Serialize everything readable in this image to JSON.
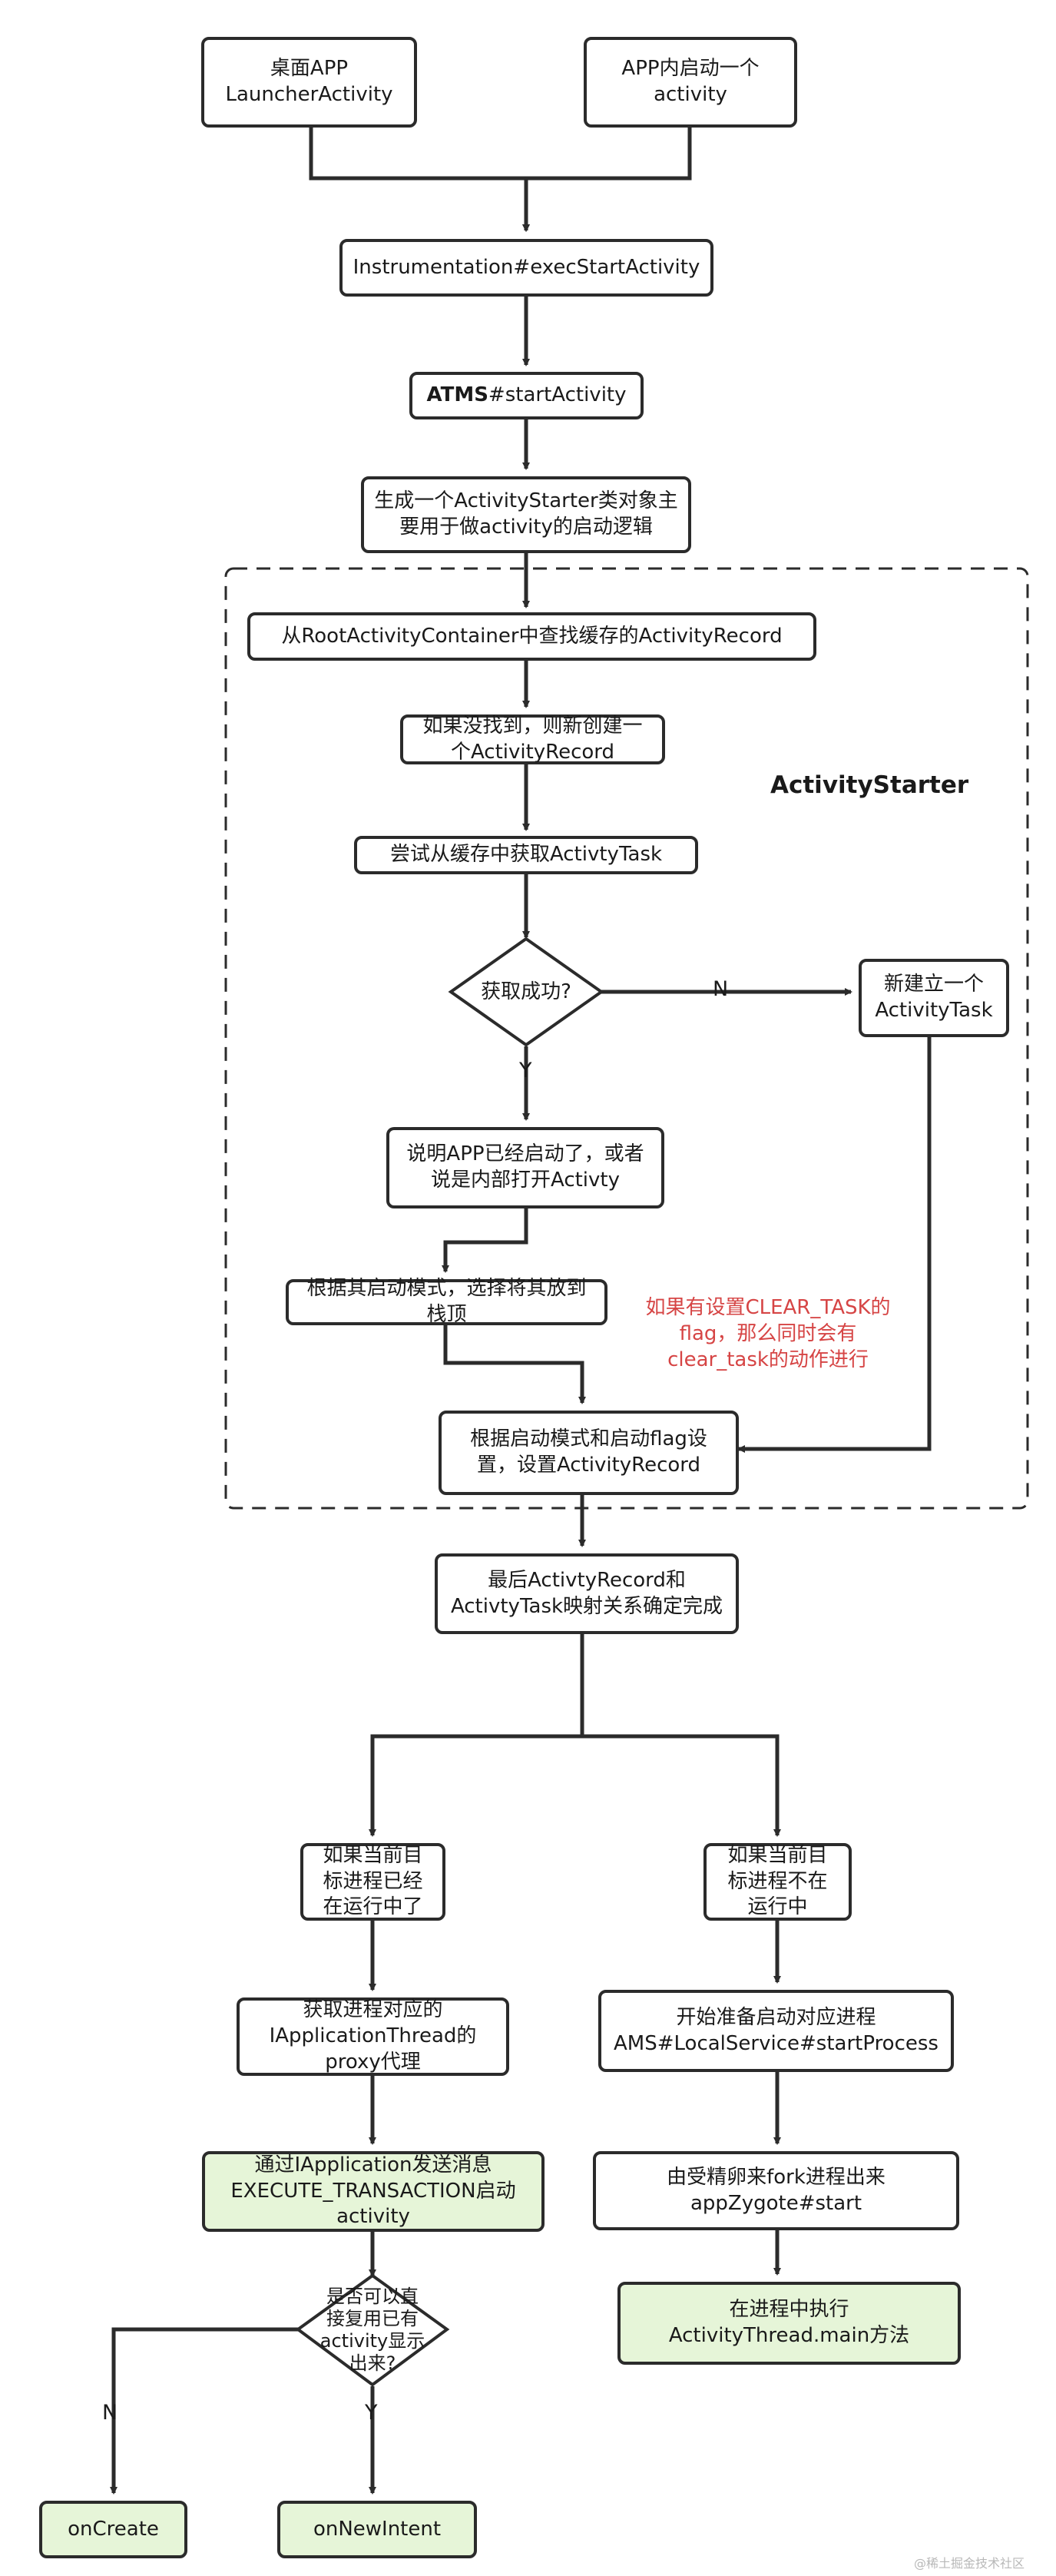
{
  "nodes": {
    "launcher": "桌面APP\nLauncherActivity",
    "app_internal": "APP内启动一个\nactivity",
    "instrumentation": "Instrumentation#execStartActivity",
    "atms_bold": "ATMS",
    "atms_rest": "#startActivity",
    "create_starter": "生成一个ActivityStarter类对象主\n要用于做activity的启动逻辑",
    "find_cached": "从RootActivityContainer中查找缓存的ActivityRecord",
    "create_record": "如果没找到，则新创建一\n个ActivityRecord",
    "try_task": "尝试从缓存中获取ActivtyTask",
    "got_task": "获取成功?",
    "new_task": "新建立一个\nActivityTask",
    "app_started": "说明APP已经启动了，或者\n说是内部打开Activty",
    "place_stack": "根据其启动模式，选择将其放到\n栈顶",
    "set_record": "根据启动模式和启动flag设\n置，设置ActivityRecord",
    "mapping_done": "最后ActivtyRecord和\nActivtyTask映射关系确定完成",
    "proc_running": "如果当前目\n标进程已经\n在运行中了",
    "proc_not_running": "如果当前目\n标进程不在\n运行中",
    "get_proxy": "获取进程对应的\nIApplicationThread的\nproxy代理",
    "start_process": "开始准备启动对应进程\nAMS#LocalService#startProcess",
    "send_msg": "通过IApplication发送消息\nEXECUTE_TRANSACTION启动\nactivity",
    "fork": "由受精卵来fork进程出来\nappZygote#start",
    "reuse": "是否可以直\n接复用已有\nactivity显示\n出来?",
    "main": "在进程中执行\nActivityThread.main方法",
    "on_create": "onCreate",
    "on_new_intent": "onNewIntent"
  },
  "edge_labels": {
    "no_top": "N",
    "yes_top": "Y",
    "no_bottom": "N",
    "yes_bottom": "Y"
  },
  "group_title": "ActivityStarter",
  "note": "如果有设置CLEAR_TASK的\nflag，那么同时会有\nclear_task的动作进行",
  "watermark": "@稀土掘金技术社区",
  "colors": {
    "stroke": "#2b2b2b",
    "green_fill": "#e6f5d8",
    "note": "#d64545"
  }
}
